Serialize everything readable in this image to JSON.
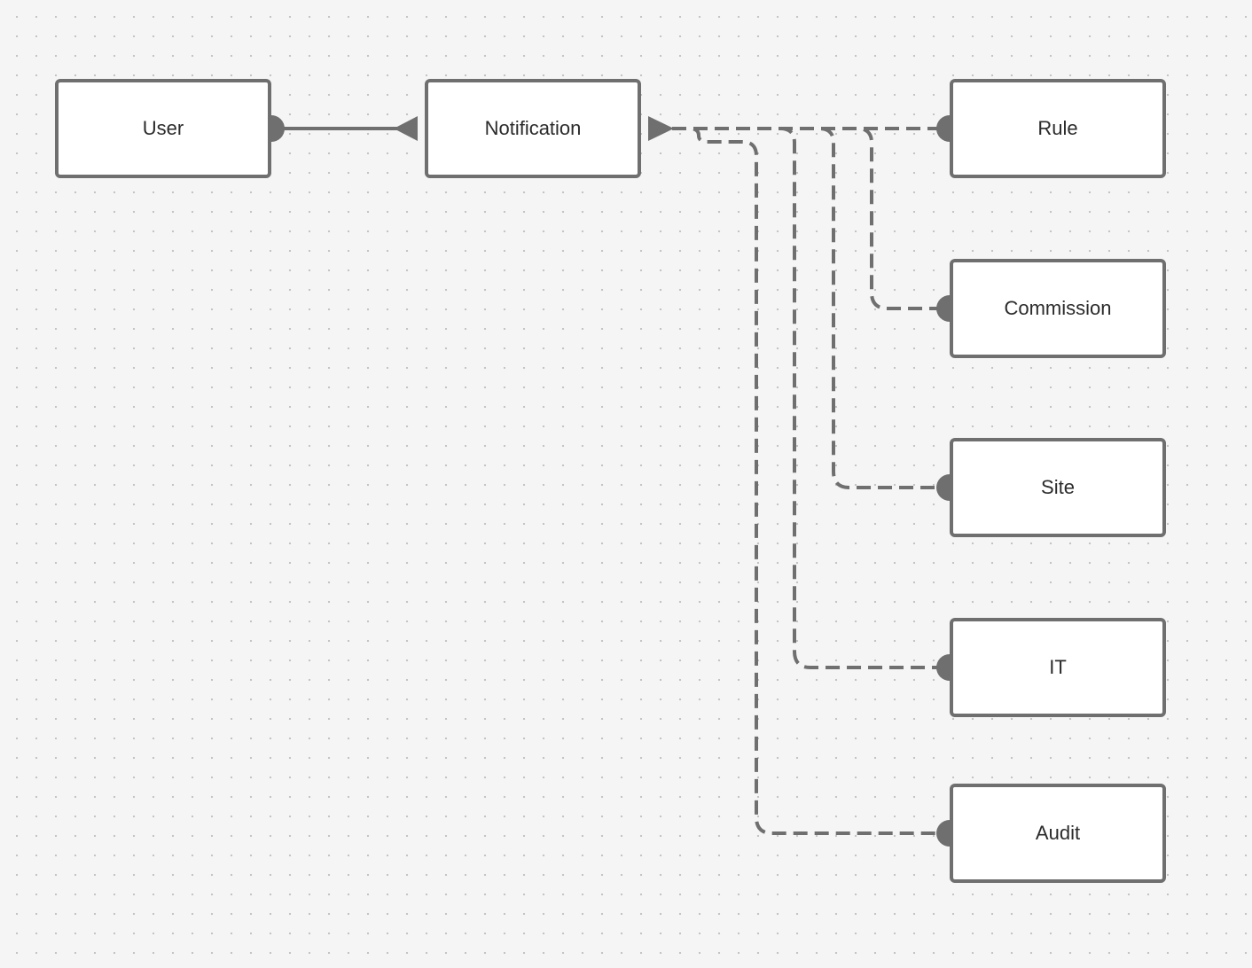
{
  "diagram": {
    "entities": {
      "user": "User",
      "notification": "Notification",
      "rule": "Rule",
      "commission": "Commission",
      "site": "Site",
      "it": "IT",
      "audit": "Audit"
    },
    "relationships": [
      {
        "from": "user",
        "to": "notification",
        "style": "solid",
        "from_marker": "dot",
        "to_marker": "arrow"
      },
      {
        "from": "notification",
        "to": "rule",
        "style": "dashed",
        "from_marker": "arrow",
        "to_marker": "dot"
      },
      {
        "from": "notification",
        "to": "commission",
        "style": "dashed",
        "from_marker": "arrow",
        "to_marker": "dot"
      },
      {
        "from": "notification",
        "to": "site",
        "style": "dashed",
        "from_marker": "arrow",
        "to_marker": "dot"
      },
      {
        "from": "notification",
        "to": "it",
        "style": "dashed",
        "from_marker": "arrow",
        "to_marker": "dot"
      },
      {
        "from": "notification",
        "to": "audit",
        "style": "dashed",
        "from_marker": "arrow",
        "to_marker": "dot"
      }
    ]
  },
  "colors": {
    "background": "#f5f5f5",
    "grid_dot": "#c4c4c4",
    "stroke": "#6f6f6f",
    "box_fill": "#ffffff",
    "text": "#2b2b2b"
  }
}
